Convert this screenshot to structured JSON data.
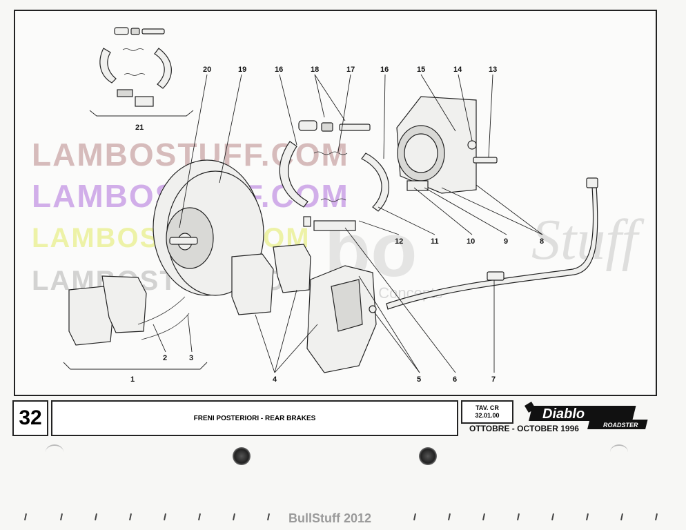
{
  "watermarks": {
    "line1": "LAMBOSTUFF.COM",
    "line2": "LAMBOSTUFF.COM",
    "line3": "LAMBOSTUFF.COM",
    "line4": "LAMBOSTUFF.COM",
    "big_mark": "bo",
    "script_mark": "Stuff",
    "small_mark": "Parts & Concepts"
  },
  "callouts": [
    "1",
    "2",
    "3",
    "4",
    "5",
    "6",
    "7",
    "8",
    "9",
    "10",
    "11",
    "12",
    "13",
    "14",
    "15",
    "16",
    "16",
    "17",
    "18",
    "19",
    "20",
    "21"
  ],
  "title_block": {
    "page_number": "32",
    "title": "FRENI POSTERIORI - REAR BRAKES",
    "tav_label": "TAV. CR",
    "tav_code": "32.01.00",
    "date": "OTTOBRE - OCTOBER 1996"
  },
  "logo": {
    "brand": "Diablo",
    "model": "ROADSTER"
  },
  "footer": {
    "credit": "BullStuff 2012"
  },
  "colors": {
    "watermark_red": "#caa6a6",
    "watermark_purple": "#c79be6",
    "watermark_yellow": "#e9f08c"
  }
}
